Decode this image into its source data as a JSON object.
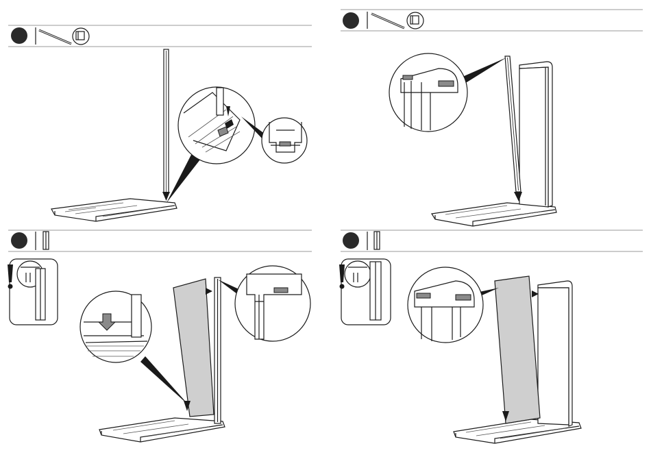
{
  "steps": [
    {
      "id": "step-a",
      "parts": [
        "rod-icon",
        "connector-icon"
      ]
    },
    {
      "id": "step-b",
      "parts": [
        "rod-icon",
        "connector-icon"
      ]
    },
    {
      "id": "step-c",
      "parts": [
        "post-profile-icon"
      ],
      "warning": true
    },
    {
      "id": "step-d",
      "parts": [
        "post-profile-icon"
      ],
      "warning": true
    }
  ],
  "colors": {
    "line": "#1a1a1a",
    "rule": "#9a9a9a",
    "panel": "#cfcfcf",
    "badge": "#2a2a2a"
  }
}
